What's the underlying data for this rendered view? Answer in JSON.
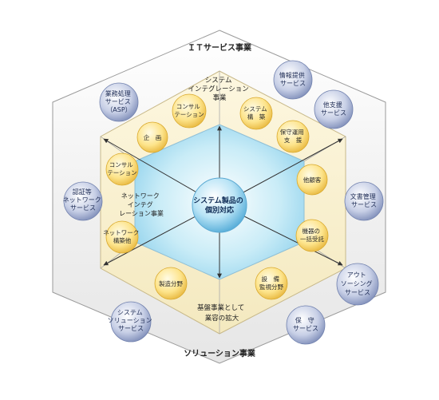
{
  "sections": {
    "top_label": "ＩＴサービス事業",
    "bottom_label": "ソリューション事業",
    "upper_inner": [
      "システム",
      "インテグレーション",
      "事業"
    ],
    "left_inner": [
      "ネットワーク",
      "インテグ",
      "レーション事業"
    ],
    "bottom_inner": [
      "基盤事業として",
      "業容の拡大"
    ]
  },
  "center": [
    "システム製品の",
    "個別対応"
  ],
  "inner_circles": [
    {
      "id": "kikaku",
      "lines": [
        "企　画"
      ]
    },
    {
      "id": "consul-top",
      "lines": [
        "コンサル",
        "テーション"
      ]
    },
    {
      "id": "system-kouchiku",
      "lines": [
        "システム",
        "構　築"
      ]
    },
    {
      "id": "hoshu-unyou",
      "lines": [
        "保守運用",
        "支　援"
      ]
    },
    {
      "id": "consul-left",
      "lines": [
        "コンサル",
        "テーション"
      ]
    },
    {
      "id": "network-kouchiku",
      "lines": [
        "ネットワーク",
        "構築他"
      ]
    },
    {
      "id": "takokyaku",
      "lines": [
        "他顧客"
      ]
    },
    {
      "id": "kiki-ikkatsu",
      "lines": [
        "機器の",
        "一括受託"
      ]
    },
    {
      "id": "seizou",
      "lines": [
        "製造分野"
      ]
    },
    {
      "id": "setsubi",
      "lines": [
        "設　備",
        "監視分野"
      ]
    }
  ],
  "outer_circles": [
    {
      "id": "asp",
      "lines": [
        "業務処理",
        "サービス",
        "（ASP）"
      ]
    },
    {
      "id": "jouhou",
      "lines": [
        "情報提供",
        "サービス"
      ]
    },
    {
      "id": "tashien",
      "lines": [
        "他支援",
        "サービス"
      ]
    },
    {
      "id": "ninshou",
      "lines": [
        "認証等",
        "ネットワーク",
        "サービス"
      ]
    },
    {
      "id": "bunsho",
      "lines": [
        "文書管理",
        "サービス"
      ]
    },
    {
      "id": "outsourcing",
      "lines": [
        "アウト",
        "ソーシング",
        "サービス"
      ]
    },
    {
      "id": "system-solution",
      "lines": [
        "システム",
        "ソリューション",
        "サービス"
      ]
    },
    {
      "id": "hoshu",
      "lines": [
        "保　守",
        "サービス"
      ]
    }
  ]
}
